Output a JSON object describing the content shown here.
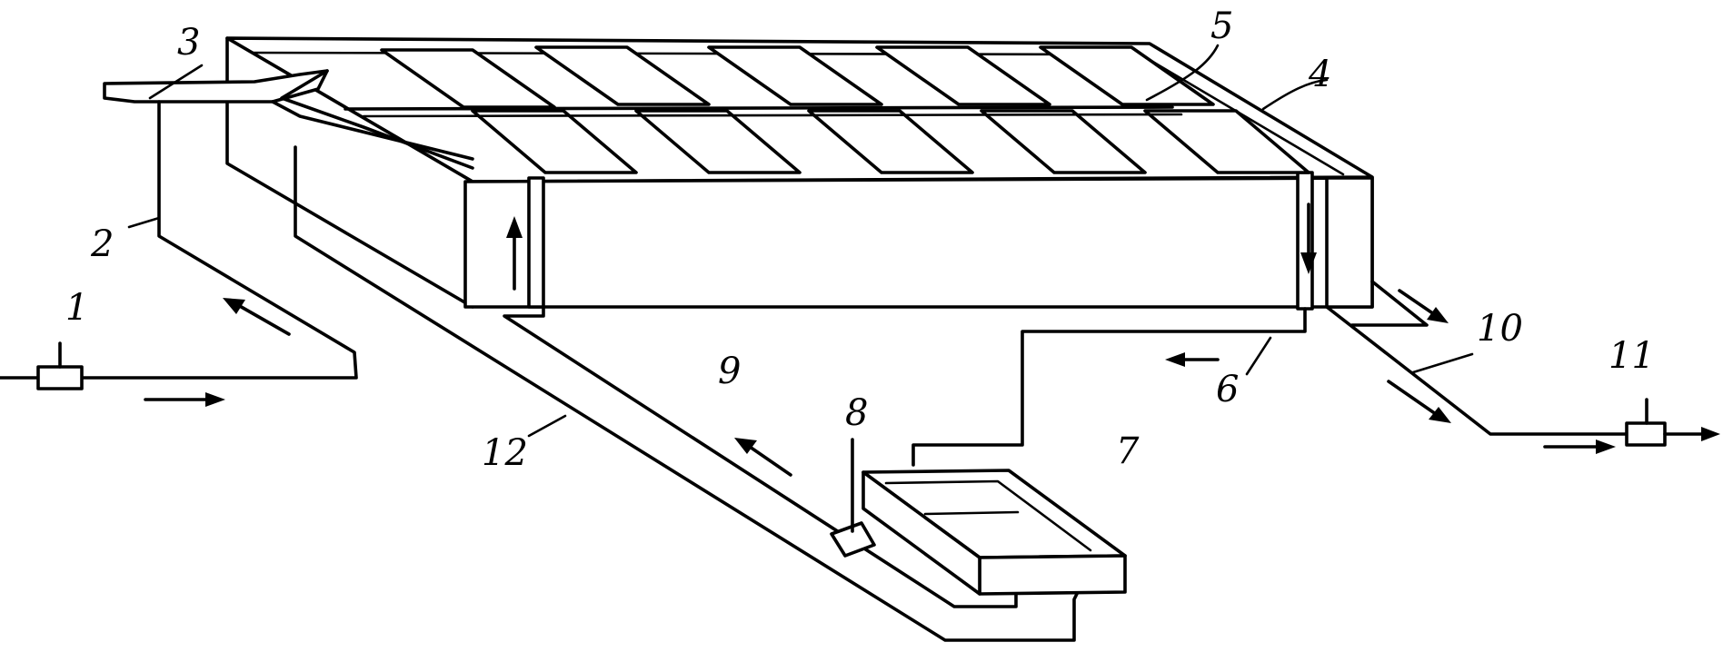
{
  "figure": {
    "callouts": [
      {
        "id": "1",
        "text": "1"
      },
      {
        "id": "2",
        "text": "2"
      },
      {
        "id": "3",
        "text": "3"
      },
      {
        "id": "4",
        "text": "4"
      },
      {
        "id": "5",
        "text": "5"
      },
      {
        "id": "6",
        "text": "6"
      },
      {
        "id": "7",
        "text": "7"
      },
      {
        "id": "8",
        "text": "8"
      },
      {
        "id": "9",
        "text": "9"
      },
      {
        "id": "10",
        "text": "10"
      },
      {
        "id": "11",
        "text": "11"
      },
      {
        "id": "12",
        "text": "12"
      }
    ]
  },
  "colors": {
    "line": "#000000",
    "background": "#ffffff"
  }
}
